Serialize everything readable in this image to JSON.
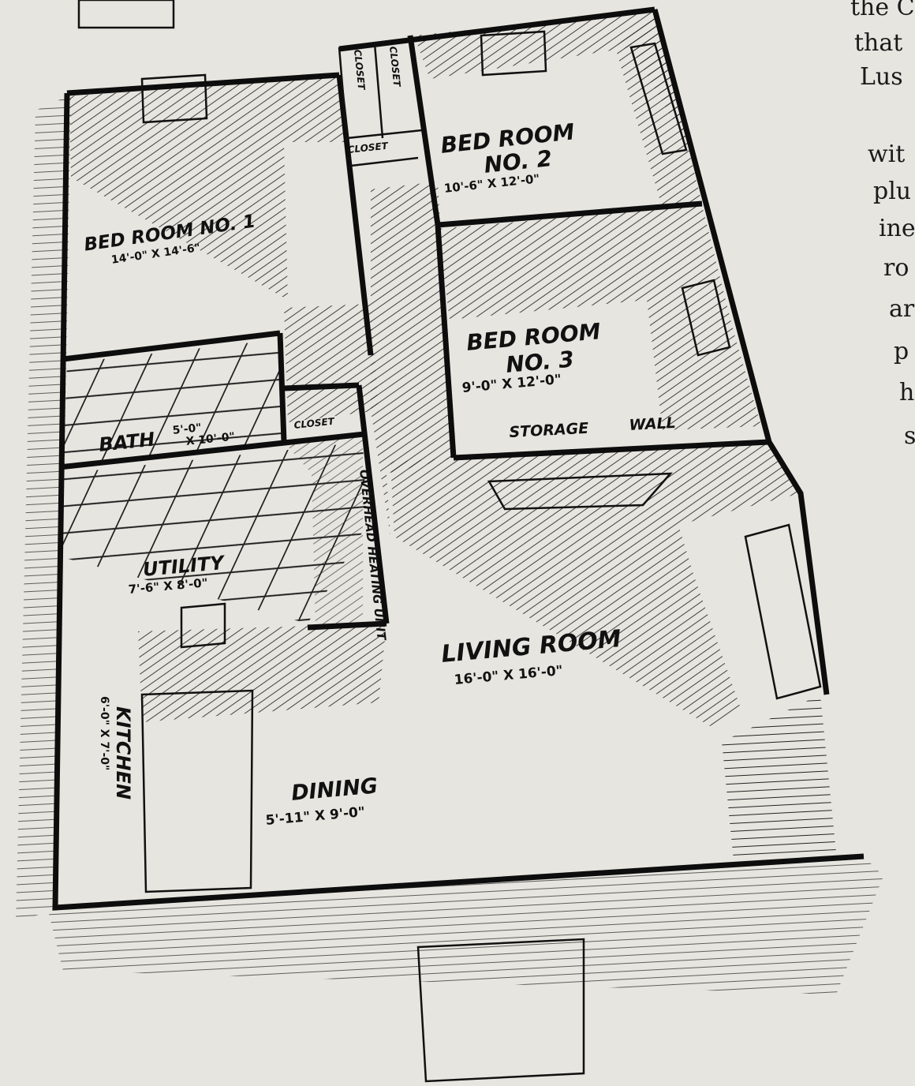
{
  "rooms": {
    "bedroom1": {
      "name": "BED ROOM NO. 1",
      "size": "14'-0\" X 14'-6\""
    },
    "bedroom2": {
      "name": "BED ROOM",
      "number": "NO. 2",
      "size": "10'-6\" X 12'-0\""
    },
    "bedroom3": {
      "name": "BED ROOM",
      "number": "NO. 3",
      "size": "9'-0\" X 12'-0\""
    },
    "bath": {
      "name": "BATH",
      "size_a": "5'-0\"",
      "size_b": "X 10'-0\""
    },
    "utility": {
      "name": "UTILITY",
      "size": "7'-6\" X 8'-0\""
    },
    "living": {
      "name": "LIVING ROOM",
      "size": "16'-0\" X 16'-0\""
    },
    "dining": {
      "name": "DINING",
      "size": "5'-11\" X 9'-0\""
    },
    "kitchen": {
      "name": "KITCHEN",
      "size": "6'-0\" X 7'-0\""
    }
  },
  "closets": [
    "CLOSET",
    "CLOSET",
    "CLOSET",
    "CLOSET"
  ],
  "storage_wall": {
    "word1": "STORAGE",
    "word2": "WALL"
  },
  "heating": "OVERHEAD HEATING UNIT",
  "book_text": [
    "the C",
    "that",
    "Lus",
    "wit",
    "plu",
    "ine",
    "ro",
    "ar",
    "p",
    "h",
    "s"
  ]
}
